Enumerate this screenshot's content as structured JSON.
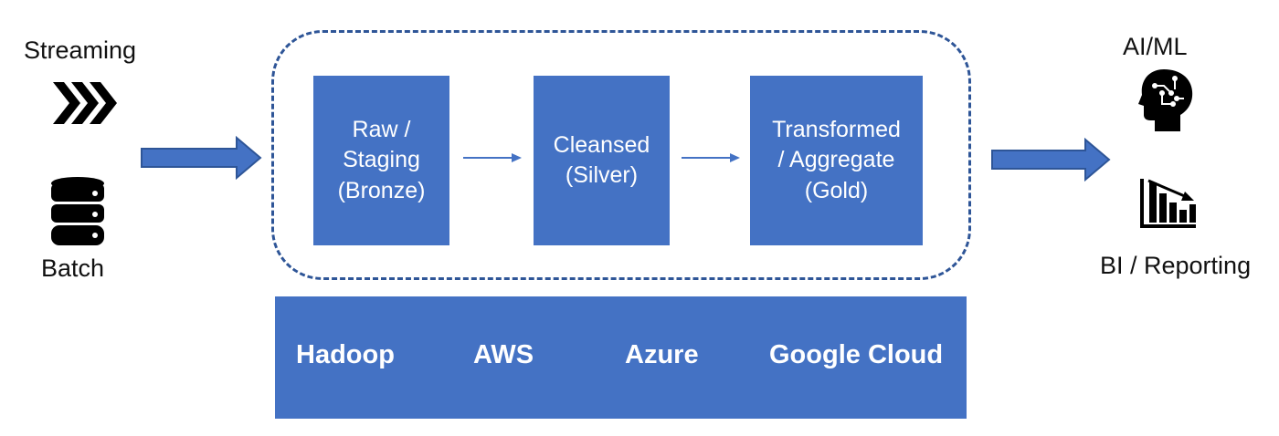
{
  "sources": {
    "streaming_label": "Streaming",
    "batch_label": "Batch",
    "streaming_icon": "chevron-triple-icon",
    "batch_icon": "database-icon"
  },
  "pipeline": {
    "stages": [
      {
        "label": "Raw /\nStaging\n(Bronze)"
      },
      {
        "label": "Cleansed\n(Silver)"
      },
      {
        "label": "Transformed\n/ Aggregate\n(Gold)"
      }
    ]
  },
  "platforms": [
    "Hadoop",
    "AWS",
    "Azure",
    "Google Cloud"
  ],
  "outputs": {
    "aiml_label": "AI/ML",
    "bi_label": "BI / Reporting",
    "aiml_icon": "ai-head-icon",
    "bi_icon": "bar-chart-icon"
  },
  "colors": {
    "box_fill": "#4472C4",
    "frame_stroke": "#2E5597",
    "text_on_box": "#FFFFFF",
    "icon": "#000000"
  }
}
